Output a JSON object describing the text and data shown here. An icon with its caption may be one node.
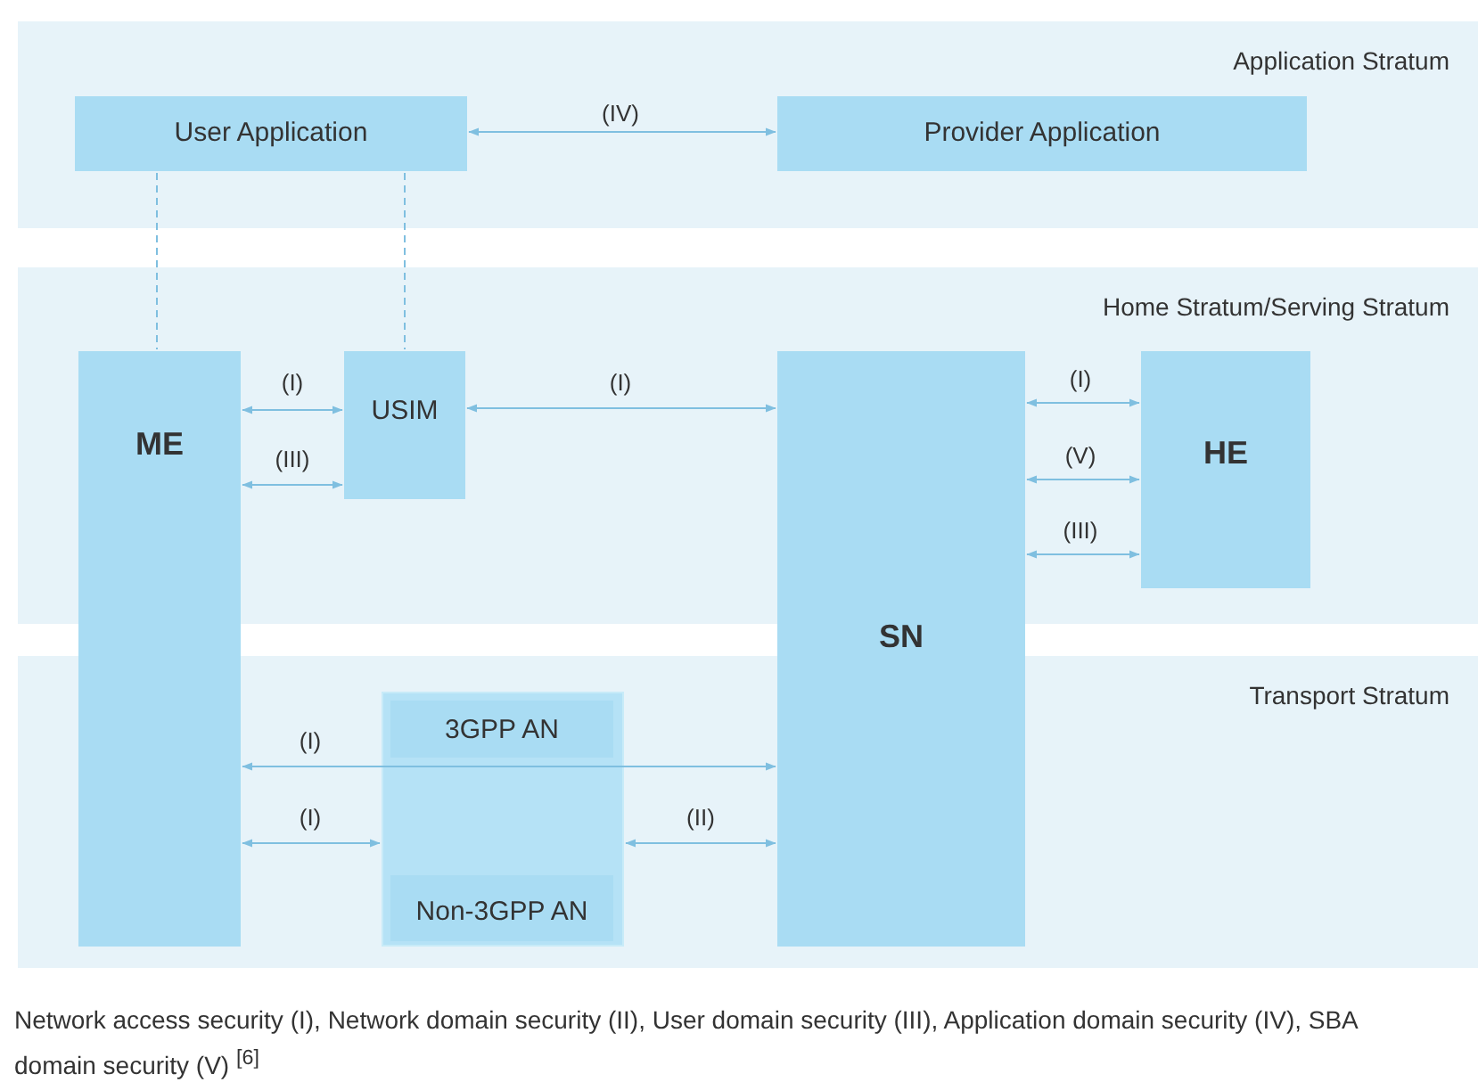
{
  "diagram": {
    "caption": "Network access security (I), Network domain security (II), User domain security (III), Application domain security (IV), SBA domain security (V) $^{[6]}$",
    "nodes": [
      {
        "text": [
          "Application Stratum"
        ]
      },
      {
        "text": [
          "User Application"
        ],
        "in": 0
      },
      {
        "text": [
          "Provider Application"
        ],
        "in": 0
      },
      {
        "text": [
          "Home Stratum/Serving Stratum"
        ]
      },
      {
        "text": [
          "ME"
        ]
      },
      {
        "text": [
          "USIM"
        ],
        "in": 3
      },
      {
        "text": [
          "SN"
        ]
      },
      {
        "text": [
          "HE"
        ],
        "in": 3
      },
      {
        "text": [
          "Transport Stratum"
        ]
      },
      {
        "text": [],
        "shape": "box",
        "in": 8
      },
      {
        "text": [
          "3GPP AN"
        ],
        "in": 9
      },
      {
        "text": [
          "Non-3GPP AN"
        ],
        "in": 9
      }
    ],
    "edges": [
      {
        "from": 1,
        "to": 2,
        "arrow": "both",
        "label": "(IV)"
      },
      {
        "from": 1,
        "to": 4,
        "arrow": "none",
        "style": "dashed"
      },
      {
        "from": 1,
        "to": 5,
        "arrow": "none",
        "style": "dashed"
      },
      {
        "from": 4,
        "to": 5,
        "arrow": "both",
        "label": "(I)"
      },
      {
        "from": 4,
        "to": 5,
        "arrow": "both",
        "label": "(III)"
      },
      {
        "from": 5,
        "to": 6,
        "arrow": "both",
        "label": "(I)"
      },
      {
        "from": 6,
        "to": 7,
        "arrow": "both",
        "label": "(I)"
      },
      {
        "from": 6,
        "to": 7,
        "arrow": "both",
        "label": "(V)"
      },
      {
        "from": 6,
        "to": 7,
        "arrow": "both",
        "label": "(III)"
      },
      {
        "from": 4,
        "to": 6,
        "arrow": "both",
        "label": "(I)"
      },
      {
        "from": 4,
        "to": 9,
        "arrow": "both",
        "label": "(I)"
      },
      {
        "from": 9,
        "to": 6,
        "arrow": "both",
        "label": "(II)"
      }
    ]
  }
}
